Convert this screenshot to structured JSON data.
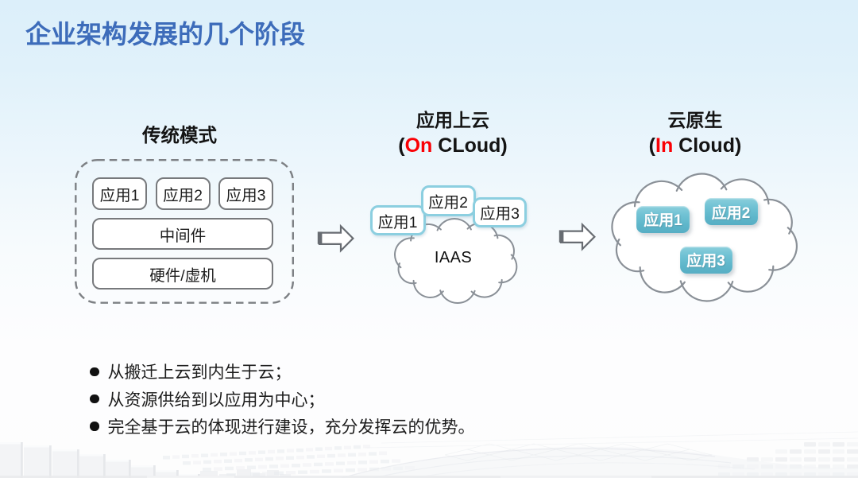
{
  "slide_title": "企业架构发展的几个阶段",
  "stage_traditional": {
    "heading": "传统模式",
    "apps": [
      "应用1",
      "应用2",
      "应用3"
    ],
    "middleware": "中间件",
    "hardware": "硬件/虚机"
  },
  "stage_on_cloud": {
    "heading": "应用上云",
    "sub_open": "(",
    "sub_highlight": "On",
    "sub_rest": " CLoud)",
    "cloud_label": "IAAS",
    "apps": [
      "应用1",
      "应用2",
      "应用3"
    ]
  },
  "stage_in_cloud": {
    "heading": "云原生",
    "sub_open": "(",
    "sub_highlight": "In",
    "sub_rest": " Cloud)",
    "apps": [
      "应用1",
      "应用2",
      "应用3"
    ]
  },
  "bullets": [
    "从搬迁上云到内生于云；",
    "从资源供给到以应用为中心；",
    "完全基于云的体现进行建设，充分发挥云的优势。"
  ],
  "colors": {
    "title_blue": "#3d6cba",
    "accent_red": "#fa0005",
    "teal_box": "#62b9cd",
    "light_blue_border": "#8ccfe0",
    "gray_border": "#77797c",
    "cloud_stroke": "#8a9097"
  }
}
